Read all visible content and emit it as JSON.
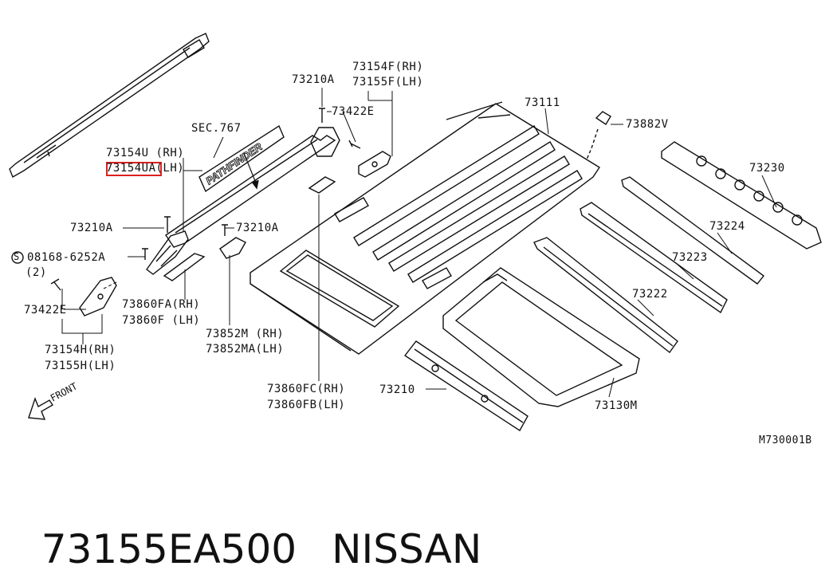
{
  "labels": {
    "p73111": "73111",
    "p73154f": "73154F(RH)",
    "p73155f": "73155F(LH)",
    "p73210a_top": "73210A",
    "p73422e_top": "73422E",
    "p73882v": "73882V",
    "sec767": "SEC.767",
    "p73154u": "73154U (RH)",
    "p73154ua": "73154UA(LH)",
    "p73230": "73230",
    "p73210a_left": "73210A",
    "p73210a_mid": "73210A",
    "p73224": "73224",
    "p08168": "08168-6252A",
    "s_mark": "S",
    "qty2": "(2)",
    "p73223": "73223",
    "p73422e_left": "73422E",
    "p73860fa": "73860FA(RH)",
    "p73860f": "73860F (LH)",
    "p73222": "73222",
    "p73852m": "73852M (RH)",
    "p73852ma": "73852MA(LH)",
    "p73154h": "73154H(RH)",
    "p73155h": "73155H(LH)",
    "p73860fc": "73860FC(RH)",
    "p73860fb": "73860FB(LH)",
    "p73210": "73210",
    "p73130m": "73130M",
    "front": "FRONT",
    "badge": "PATHFINDER",
    "diagram_code": "M730001B"
  },
  "footer": {
    "part_number": "73155EA500",
    "brand": "NISSAN"
  },
  "colors": {
    "ink": "#111111",
    "highlight": "#e02020"
  }
}
